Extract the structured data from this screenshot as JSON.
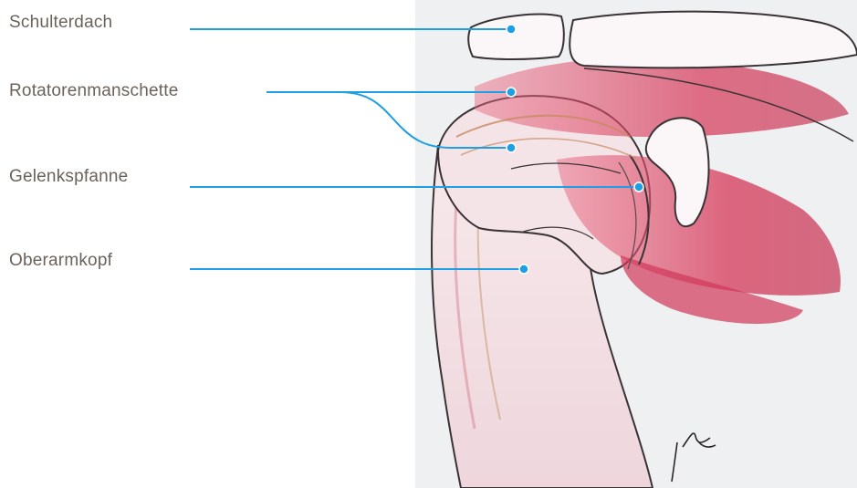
{
  "labels": [
    {
      "id": "shoulder-roof",
      "text": "Schulterdach"
    },
    {
      "id": "rotator-cuff",
      "text": "Rotatorenmanschette"
    },
    {
      "id": "glenoid",
      "text": "Gelenkspfanne"
    },
    {
      "id": "humeral-head",
      "text": "Oberarmkopf"
    }
  ],
  "colors": {
    "label_text": "#6b625c",
    "leader_line": "#1e9fe3",
    "panel_bg": "#eff0f1",
    "muscle": "#d9405f",
    "bone_outline": "#3a3335"
  }
}
